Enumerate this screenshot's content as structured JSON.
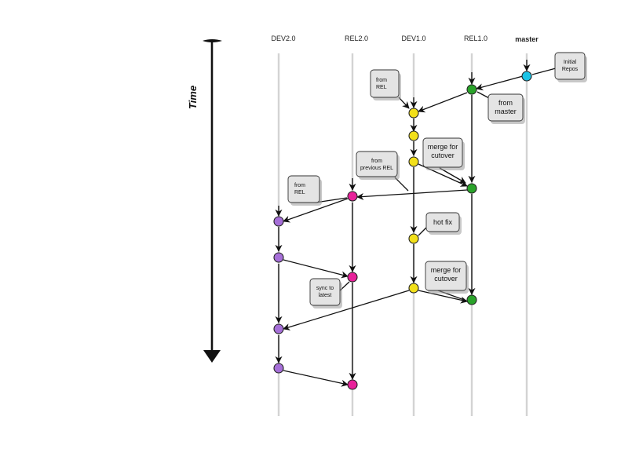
{
  "timeline": {
    "label": "Time"
  },
  "branches": [
    {
      "id": "dev20",
      "label": "DEV2.0"
    },
    {
      "id": "rel20",
      "label": "REL2.0"
    },
    {
      "id": "dev10",
      "label": "DEV1.0"
    },
    {
      "id": "rel10",
      "label": "REL1.0"
    },
    {
      "id": "master",
      "label": "master"
    }
  ],
  "colors": {
    "master": "#19c3e6",
    "release_1": "#2aa32a",
    "dev_1": "#f2e01a",
    "release_2": "#e8219a",
    "dev_2": "#a66fd8"
  },
  "notes": {
    "initial": "Initial\nRepos",
    "from_rel_1": "from\nREL",
    "from_master": "from\nmaster",
    "merge_cutover_1": "merge for\ncutover",
    "from_previous_rel": "from\nprevious REL",
    "from_rel_2": "from\nREL",
    "hot_fix": "hot fix",
    "merge_cutover_2": "merge for\ncutover",
    "sync_latest": "sync to\nlatest"
  }
}
